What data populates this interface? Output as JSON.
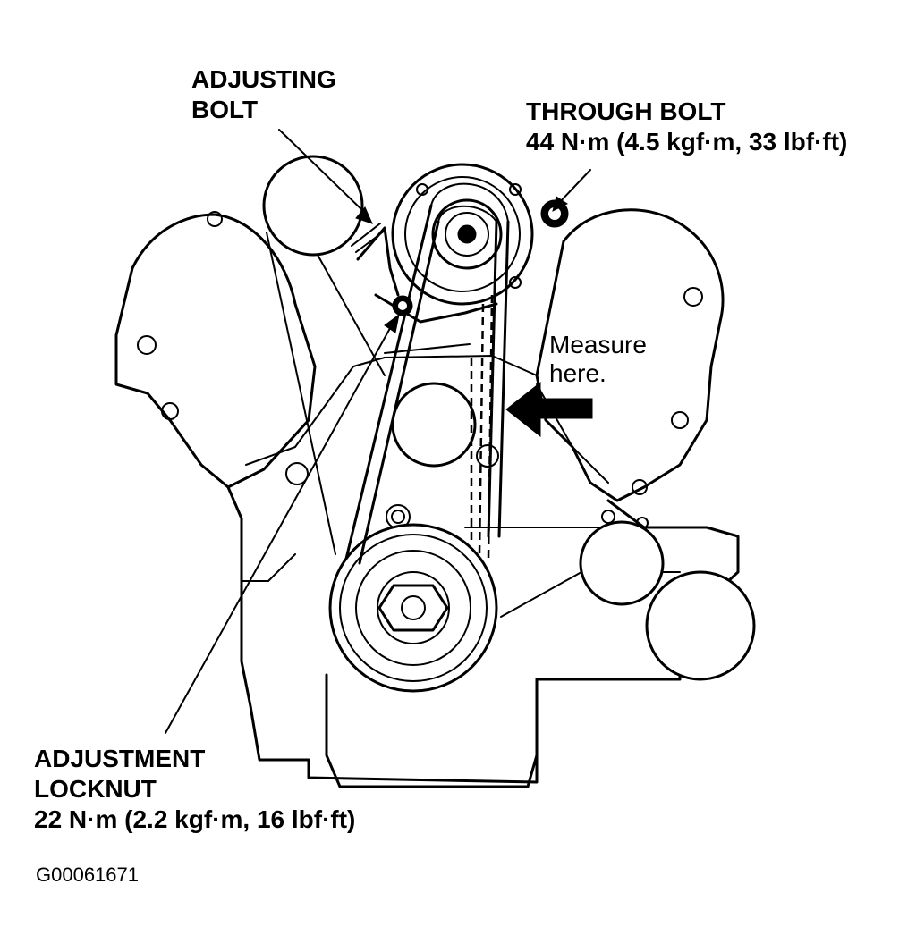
{
  "labels": {
    "adjusting_bolt": [
      "ADJUSTING",
      "BOLT"
    ],
    "through_bolt": [
      "THROUGH BOLT",
      "44 N·m (4.5 kgf·m, 33 lbf·ft)"
    ],
    "adjustment_locknut": [
      "ADJUSTMENT",
      "LOCKNUT",
      "22 N·m (2.2 kgf·m, 16 lbf·ft)"
    ],
    "measure": [
      "Measure",
      "here."
    ],
    "figure_id": "G00061671"
  }
}
